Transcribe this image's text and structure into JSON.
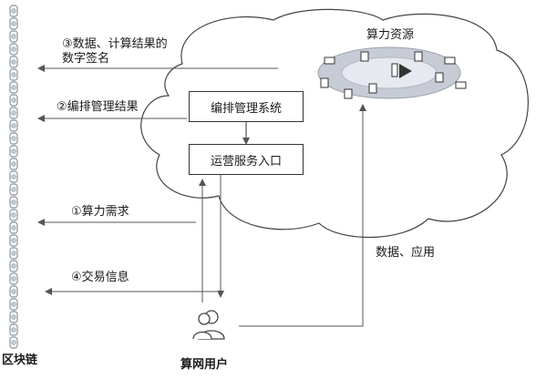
{
  "labels": {
    "blockchain": "区块链",
    "compute_resource": "算力资源",
    "signature": "③数据、计算结果的\n数字签名",
    "signature_line1": "③数据、计算结果的",
    "signature_line2": "数字签名",
    "orchestration_result": "②编排管理结果",
    "compute_demand": "①算力需求",
    "transaction_info": "④交易信息",
    "data_app": "数据、应用",
    "user": "算网用户"
  },
  "boxes": {
    "orchestration_system": "编排管理系统",
    "operation_entry": "运营服务入口"
  },
  "colors": {
    "line": "#555555",
    "cloud_stroke": "#444444",
    "resource_fill": "#c7cbd6",
    "resource_inner": "#e6e9ef",
    "chain": "#9aa3ad"
  },
  "icons": [
    "chain-link-icon",
    "server-icon",
    "laptop-icon",
    "user-group-icon",
    "funnel-icon"
  ]
}
